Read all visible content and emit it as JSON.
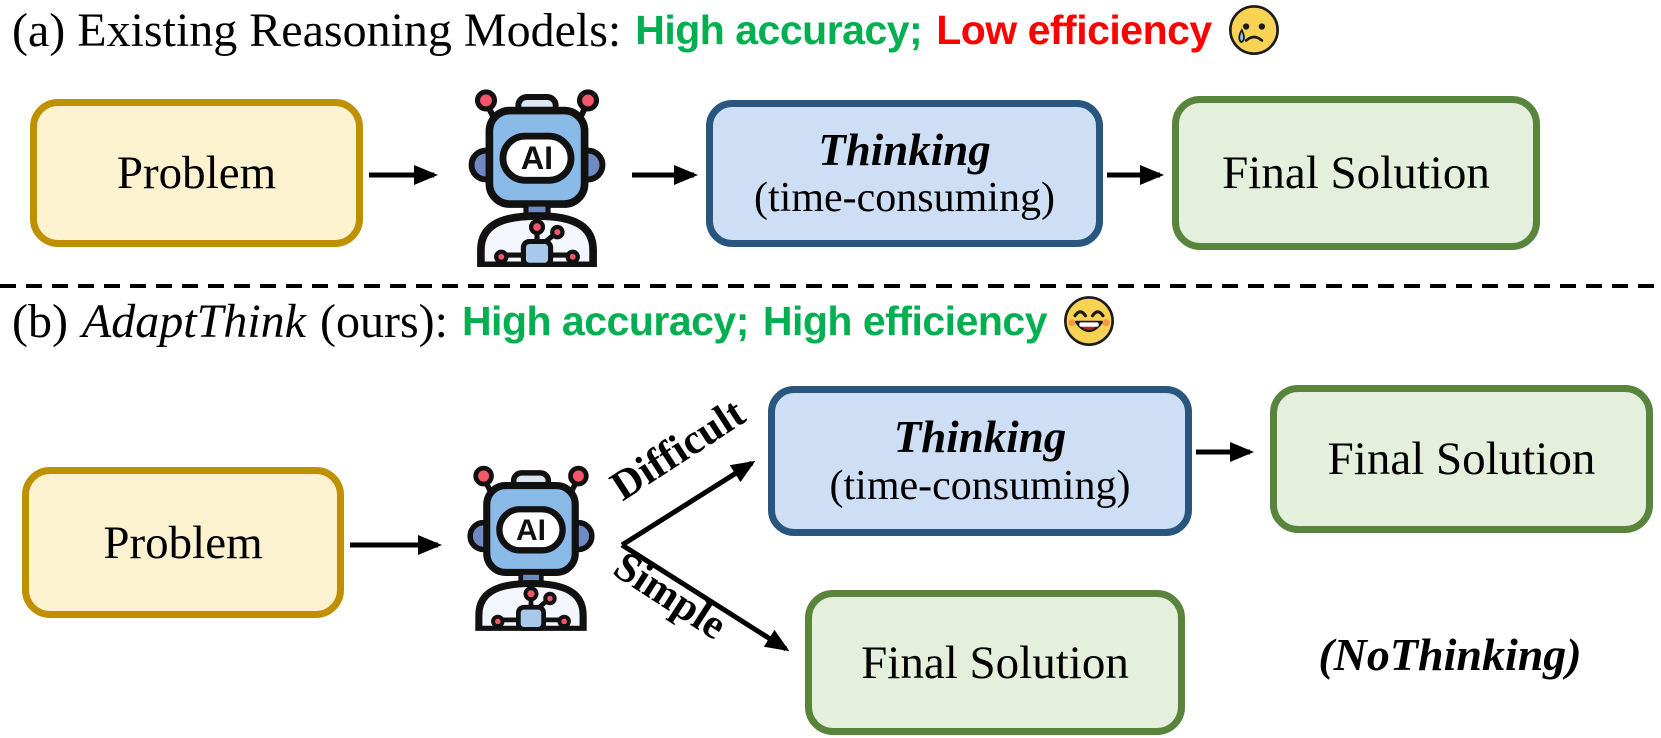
{
  "panel_a": {
    "title": "(a) Existing Reasoning Models:",
    "accuracy_label": "High accuracy;",
    "efficiency_label": "Low efficiency",
    "emoji": "crying-face",
    "problem_label": "Problem",
    "robot_label": "AI",
    "thinking_title": "Thinking",
    "thinking_subtitle": "(time-consuming)",
    "final_solution_label": "Final Solution"
  },
  "panel_b": {
    "title_prefix": "(b)",
    "title_method": "AdaptThink",
    "title_suffix": "(ours):",
    "accuracy_label": "High accuracy;",
    "efficiency_label": "High efficiency",
    "emoji": "laughing-face",
    "problem_label": "Problem",
    "robot_label": "AI",
    "branch_difficult_label": "Difficult",
    "branch_simple_label": "Simple",
    "thinking_title": "Thinking",
    "thinking_subtitle": "(time-consuming)",
    "final_solution_top_label": "Final Solution",
    "final_solution_bottom_label": "Final Solution",
    "nothinking_label": "(NoThinking)"
  },
  "colors": {
    "accuracy_green": "#00B050",
    "efficiency_red": "#FF0000",
    "problem_fill": "#FCF2CF",
    "problem_border": "#BF9000",
    "thinking_fill": "#CEDFF5",
    "thinking_border": "#28567E",
    "solution_fill": "#E4F0DC",
    "solution_border": "#59843B",
    "arrow_black": "#000000"
  }
}
